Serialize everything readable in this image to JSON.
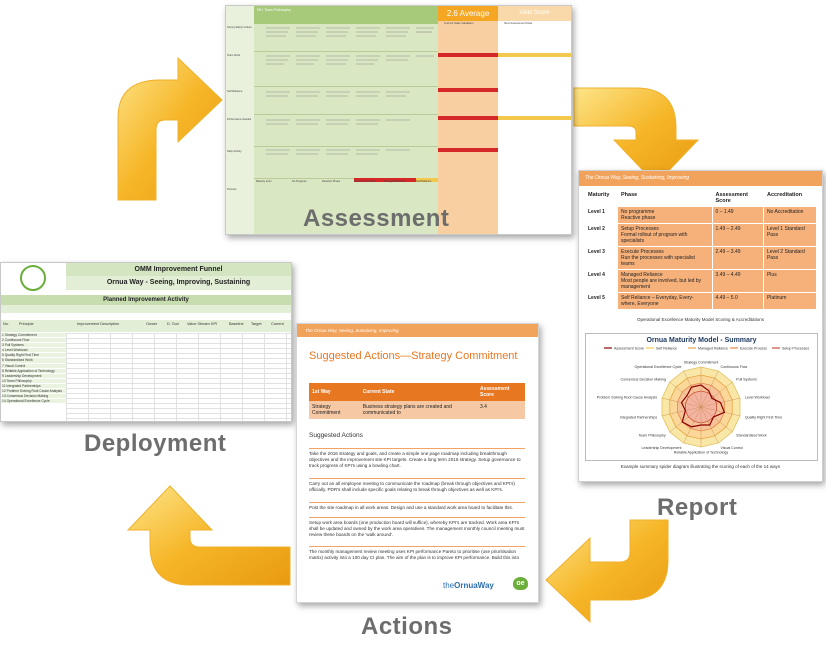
{
  "labels": {
    "assessment": "Assessment",
    "report": "Report",
    "actions": "Actions",
    "deployment": "Deployment"
  },
  "colors": {
    "arrow_fill": "#f6b628",
    "arrow_highlight": "#fde58a",
    "accent_orange": "#e87722",
    "sheet_green": "#d9e7c3"
  },
  "assessment_sheet": {
    "header_title": "5S / Team Philosophy",
    "average_label": "2.6 Average",
    "valid_label": "Valid Score",
    "col_labels": [
      "Current State Validation",
      "Next Assessment Date"
    ],
    "row_labels": [
      "Strong Safety Culture",
      "Team Work",
      "Self Reliance",
      "Performance Results",
      "Daily Activity"
    ],
    "footer_labels": [
      "Maturity level",
      "No Progress",
      "Reactive Phase",
      "Formal Processes",
      "Execute Processes",
      "Managed Reliance",
      "Self Reliance"
    ],
    "bottom_label": "Process"
  },
  "report_page": {
    "banner": "The Ornua Way, Seeing, Sustaining, Improving",
    "headers": [
      "Maturity",
      "Phase",
      "Assessment Score",
      "Accreditation"
    ],
    "rows": [
      {
        "level": "Level 1",
        "phase": "No programme",
        "phase2": "Reactive phase",
        "score": "0 – 1.49",
        "accreditation": "No Accreditation"
      },
      {
        "level": "Level 2",
        "phase": "Setup Processes",
        "phase2": "Formal rollout of program with specialists",
        "score": "1.49 – 2.49",
        "accreditation": "Level 1 Standard Pass"
      },
      {
        "level": "Level 3",
        "phase": "Execute Processes",
        "phase2": "Run the processes with specialist teams",
        "score": "2.49 – 3.49",
        "accreditation": "Level 2 Standard Pass"
      },
      {
        "level": "Level 4",
        "phase": "Managed Reliance",
        "phase2": "Most people are involved, but led by management",
        "score": "3.49 – 4.49",
        "accreditation": "Plus"
      },
      {
        "level": "Level 5",
        "phase": "Self Reliance – Everyday, Every-where, Everyone",
        "phase2": "",
        "score": "4.49 – 5.0",
        "accreditation": "Platinum"
      }
    ],
    "table_caption": "Operational Excellence Maturity Model Scoring & Accreditations",
    "radar_title": "Ornua Maturity Model - Summary",
    "radar_legend": [
      "Assessment Score",
      "Self Reliance",
      "Managed Reliance",
      "Execute Process",
      "Setup Processes"
    ],
    "radar_axes": [
      "Strategy Commitment",
      "Continuous Flow",
      "Pull Systems",
      "Level Workload",
      "Quality Right First Time",
      "Standardised Work",
      "Visual Control",
      "Reliable Application of Technology",
      "Leadership Development",
      "Team Philosophy",
      "Integrated Partnerships",
      "Problem Solving Root Cause Analysis",
      "Consensus Decision Making",
      "Operational Excellence Cycle"
    ],
    "radar_caption": "Example summary spider diagram illustrating the scoring of each of the 14 ways"
  },
  "deployment_sheet": {
    "title1": "OMM Improvement Funnel",
    "title2": "Ornua Way - Seeing, Improving, Sustaining",
    "section": "Planned Improvement Activity",
    "columns": [
      "No.",
      "Principle",
      "Improvement Description",
      "Owner",
      "D. Tool",
      "Value Stream",
      "KPI",
      "Baseline",
      "Target",
      "Current"
    ],
    "principles": [
      "1  Strategy Commitment",
      "2  Continuous Flow",
      "3  Pull Systems",
      "4  Level Workload",
      "5  Quality Right First Time",
      "6  Standardised Work",
      "7  Visual Control",
      "8  Reliable Application of Technology",
      "9  Leadership Development",
      "10  Team Philosophy",
      "11  Integrated Partnerships",
      "12  Problem Solving Root Cause Analysis",
      "13  Consensus Decision Making",
      "14  Operational Excellence Cycle"
    ]
  },
  "actions_doc": {
    "banner": "The Ornua Way, Seeing, Sustaining, Improving",
    "title": "Suggested Actions—Strategy Commitment",
    "table_headers": [
      "1st Way",
      "Current State",
      "Assessment Score"
    ],
    "table_row": [
      "Strategy Commitment",
      "Business strategy plans are created and communicated to",
      "3.4"
    ],
    "subheading": "Suggested Actions",
    "paragraphs": [
      "Take the 2016 strategy and goals, and create a simple one page roadmap including breakthrough objectives and the improvement site KPI targets. Create a long term 2016 strategy. Setup governance to track progress of KPI's using a bowling chart.",
      "Carry out an all employee meeting to communicate the roadmap (break through objectives and KPI's) officially. PDR's shall include specific goals relating to break through objectives as well as KPI's.",
      "Post the site roadmap in all work areas. Design and use a standard work area board to facilitate this.",
      "Setup work area boards (one production board will suffice), whereby KPI's are tracked. Work area KPI's shall be updated and owned by the work area operatives. The management monthly council meeting must review these boards on the 'walk around'.",
      "The monthly management review meeting uses KPI performance Pareto to prioritise (use prioritisation matrix) activity into a 100 day CI plan. The aim of the plan is to improve KPI performance. Build this into"
    ],
    "footer_brand_prefix": "the",
    "footer_brand": "OrnuaWay",
    "footer_logo": "oe"
  }
}
